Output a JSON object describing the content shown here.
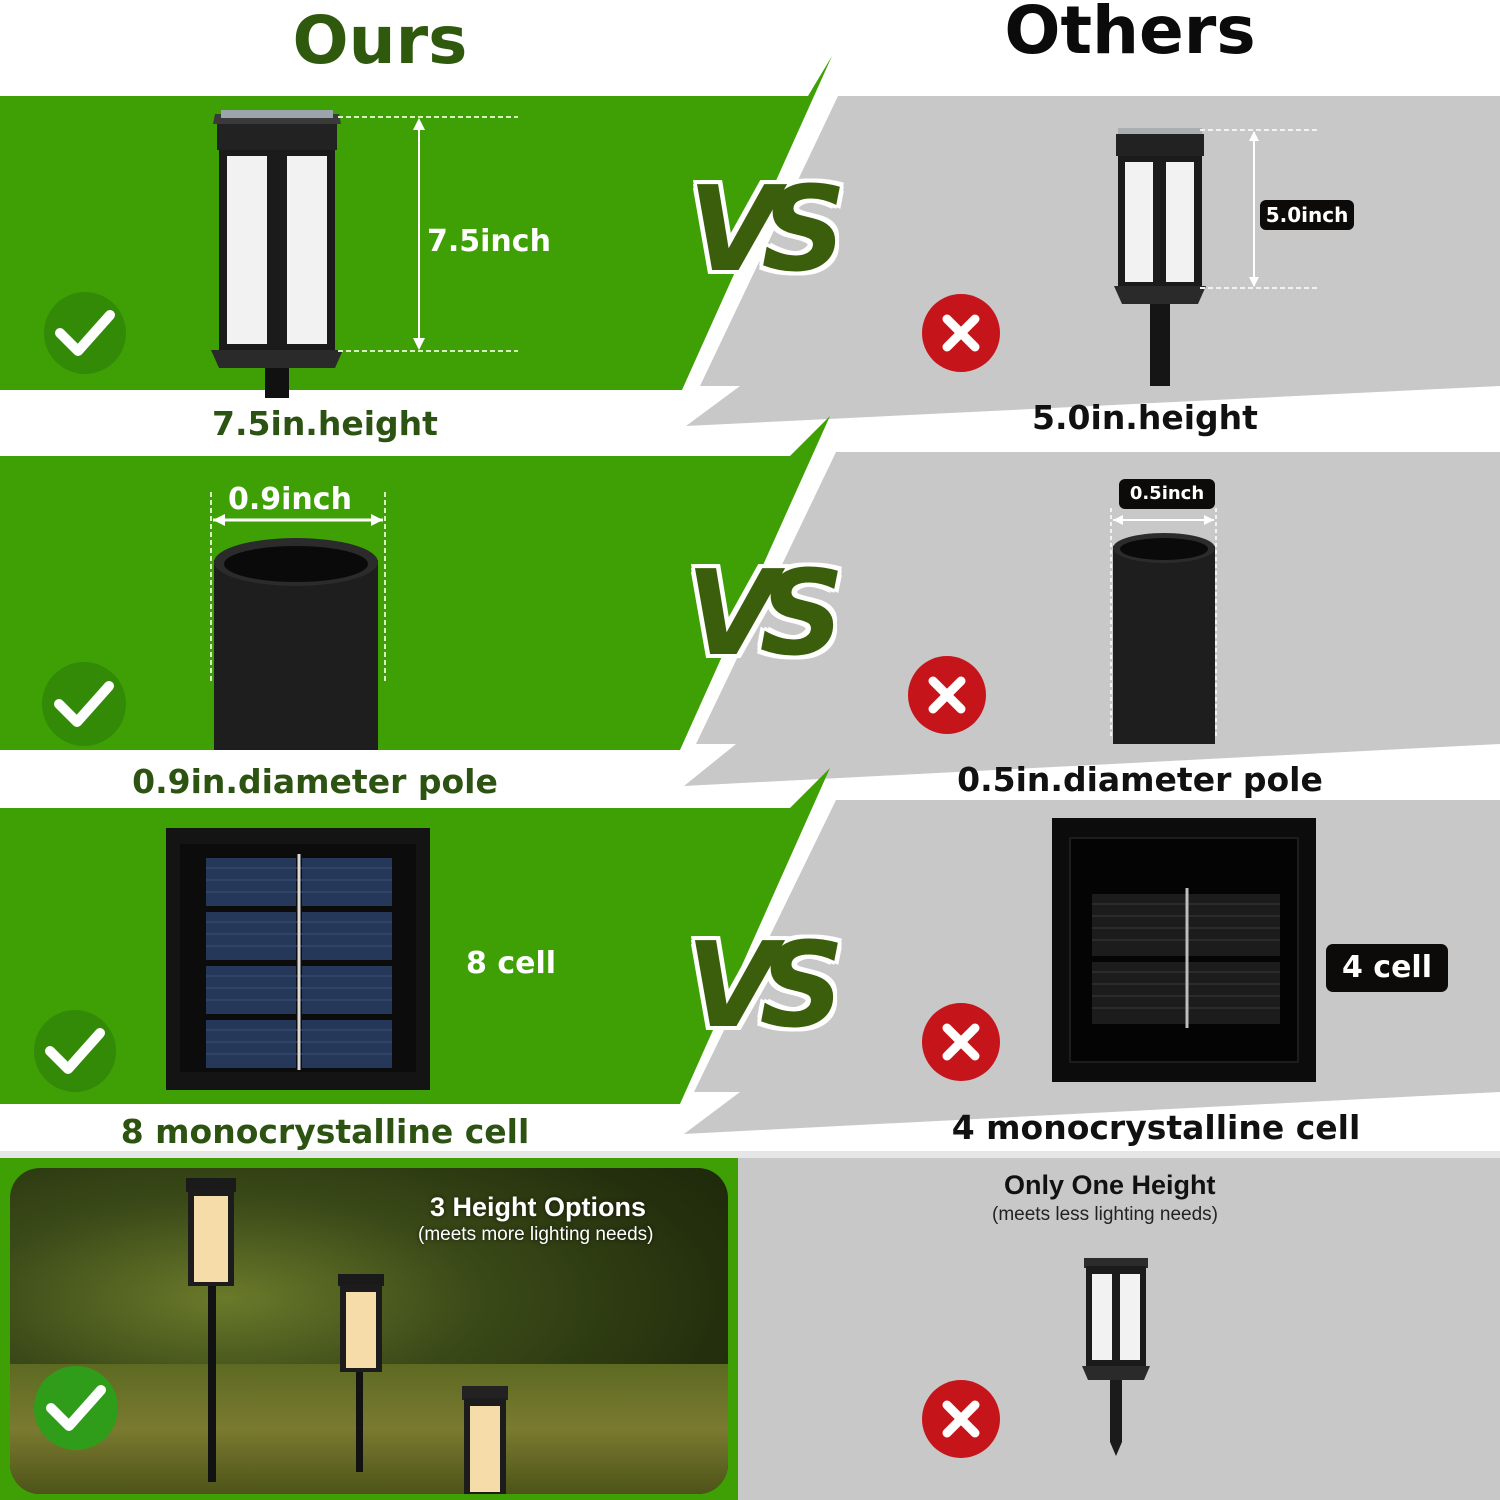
{
  "headers": {
    "ours": "Ours",
    "others": "Others"
  },
  "vs_label": "VS",
  "rows": [
    {
      "feature": "height",
      "ours": {
        "dimension_label": "7.5inch",
        "caption": "7.5in.height",
        "badge": "check-icon"
      },
      "others": {
        "dimension_label": "5.0inch",
        "caption": "5.0in.height",
        "badge": "x-icon"
      }
    },
    {
      "feature": "pole-diameter",
      "ours": {
        "dimension_label": "0.9inch",
        "caption": "0.9in.diameter pole",
        "badge": "check-icon"
      },
      "others": {
        "dimension_label": "0.5inch",
        "caption": "0.5in.diameter pole",
        "badge": "x-icon"
      }
    },
    {
      "feature": "solar-cells",
      "ours": {
        "dimension_label": "8 cell",
        "caption": "8 monocrystalline cell",
        "badge": "check-icon"
      },
      "others": {
        "dimension_label": "4 cell",
        "caption": "4 monocrystalline cell",
        "badge": "x-icon"
      }
    },
    {
      "feature": "height-options",
      "ours": {
        "title": "3 Height Options",
        "subtitle": "(meets more lighting needs)",
        "badge": "check-icon"
      },
      "others": {
        "title": "Only One Height",
        "subtitle": "(meets less lighting needs)",
        "badge": "x-icon"
      }
    }
  ],
  "colors": {
    "ours_green": "#3fa006",
    "ours_text_green": "#2d5312",
    "vs_green": "#3b5e0c",
    "others_gray": "#c8c8c8",
    "x_red": "#c6151a",
    "pill_black": "#0d0b0a"
  }
}
